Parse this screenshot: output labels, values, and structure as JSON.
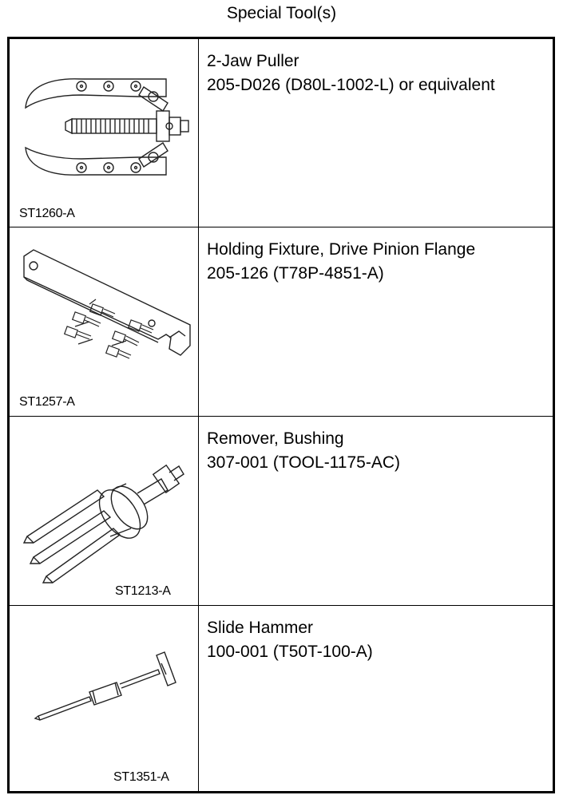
{
  "page": {
    "title": "Special Tool(s)"
  },
  "tools": [
    {
      "code": "ST1260-A",
      "name": "2-Jaw Puller",
      "number": "205-D026 (D80L-1002-L) or equivalent",
      "icon": "two-jaw-puller-icon"
    },
    {
      "code": "ST1257-A",
      "name": "Holding Fixture, Drive Pinion Flange",
      "number": "205-126 (T78P-4851-A)",
      "icon": "holding-fixture-icon"
    },
    {
      "code": "ST1213-A",
      "name": "Remover, Bushing",
      "number": "307-001 (TOOL-1175-AC)",
      "icon": "bushing-remover-icon"
    },
    {
      "code": "ST1351-A",
      "name": "Slide Hammer",
      "number": "100-001 (T50T-100-A)",
      "icon": "slide-hammer-icon"
    }
  ]
}
